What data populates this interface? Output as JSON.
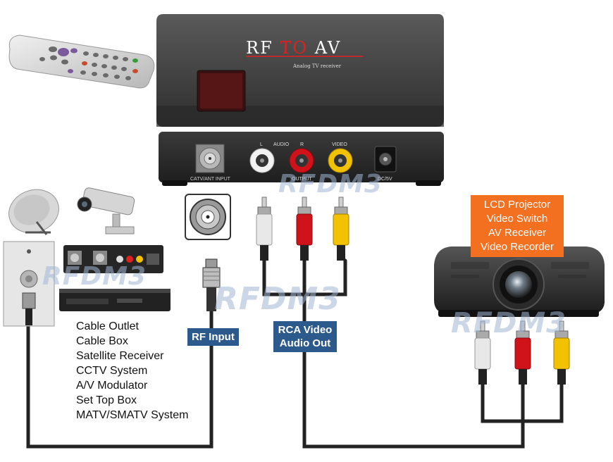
{
  "device": {
    "title_rf": "RF",
    "title_to": "TO",
    "title_av": "AV",
    "subtitle": "Analog TV receiver",
    "port_catv": "CATV/ANT INPUT",
    "port_audio": "AUDIO",
    "port_l": "L",
    "port_r": "R",
    "port_video": "VIDEO",
    "port_output": "OUTPUT",
    "port_dc": "DC/5V"
  },
  "labels": {
    "rf_input": "RF Input",
    "rca_line1": "RCA Video",
    "rca_line2": "Audio Out",
    "outputs": [
      "LCD Projector",
      "Video Switch",
      "AV Receiver",
      "Video Recorder"
    ],
    "sources": [
      "Cable Outlet",
      "Cable Box",
      "Satellite Receiver",
      "CCTV System",
      "A/V Modulator",
      "Set Top Box",
      "MATV/SMATV System"
    ]
  },
  "watermark": "RFDM3",
  "colors": {
    "badge_blue": "#2d5a8c",
    "output_orange": "#f37021",
    "rca_white": "#e8e8e8",
    "rca_red": "#d0121b",
    "rca_yellow": "#f2c200",
    "cable": "#222222"
  },
  "icons": [
    "remote-control-icon",
    "signal-waves-icon",
    "satellite-dish-icon",
    "cctv-camera-icon",
    "wall-outlet-icon",
    "cable-box-icon",
    "coax-connector-icon",
    "rca-plug-icon",
    "projector-icon"
  ]
}
